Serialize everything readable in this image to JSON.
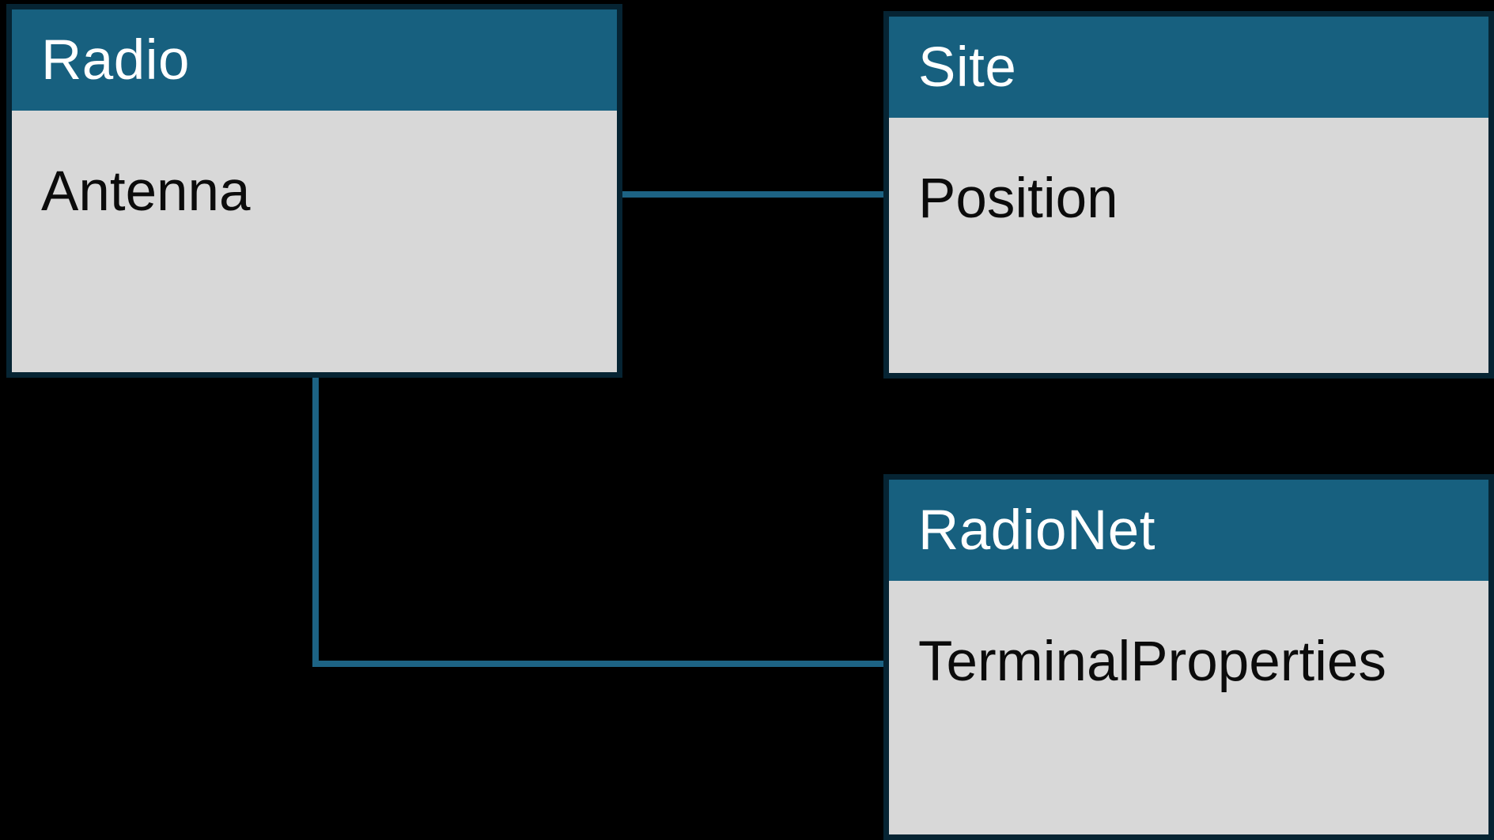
{
  "diagram": {
    "background": "#000000",
    "colors": {
      "header": "#17607f",
      "body": "#d8d8d8",
      "border": "#062433",
      "connector": "#1d6384",
      "header_text": "#ffffff",
      "body_text": "#0b0b0b"
    },
    "entities": [
      {
        "id": "radio",
        "title": "Radio",
        "attributes": [
          "Antenna"
        ]
      },
      {
        "id": "site",
        "title": "Site",
        "attributes": [
          "Position"
        ]
      },
      {
        "id": "radionet",
        "title": "RadioNet",
        "attributes": [
          "TerminalProperties"
        ]
      }
    ],
    "connections": [
      {
        "from": "radio",
        "to": "site",
        "shape": "straight-horizontal"
      },
      {
        "from": "radio",
        "to": "radionet",
        "shape": "elbow-down-right"
      }
    ]
  }
}
